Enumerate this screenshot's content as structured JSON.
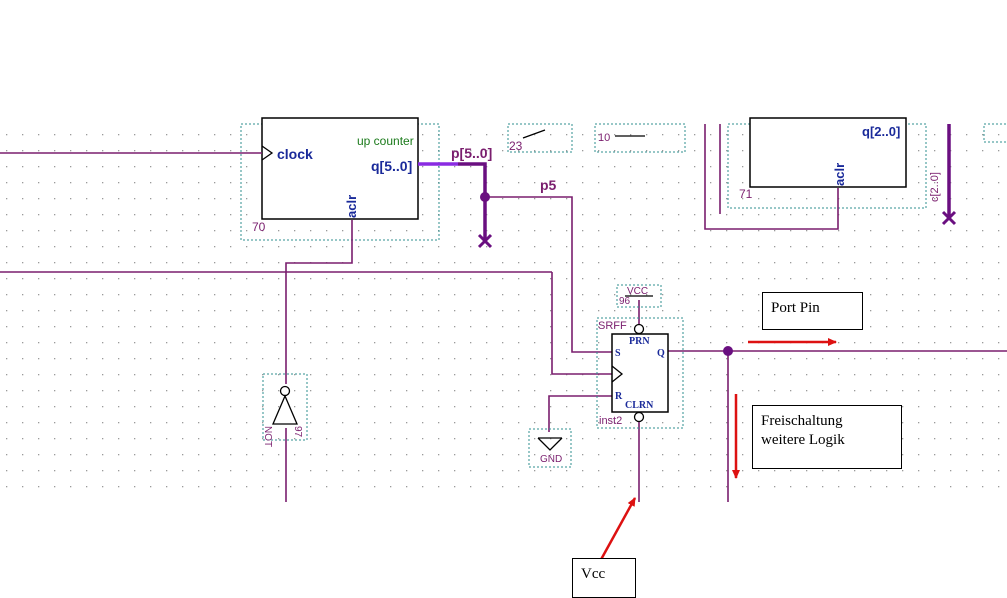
{
  "colors": {
    "wire": "#7a1e6e",
    "bus": "#6a0f80",
    "bus_highlight": "#8a2be2",
    "block_outline": "#000000",
    "block_dotted": "#2f8f8f",
    "pin_text": "#1a2a9a",
    "signal_text": "#7a1e6e",
    "annotation_arrow": "#dd1111",
    "grid_dot": "#9a9a9a"
  },
  "counter": {
    "title": "up counter",
    "clock_label": "clock",
    "output_label": "q[5..0]",
    "aclr_label": "aclr",
    "instance_number": "70"
  },
  "bus_label": "p[5..0]",
  "tap_label": "p5",
  "top_fragments": {
    "left_number": "23",
    "mid_number": "10",
    "right_bus_label": "q[2..0]"
  },
  "counter_right": {
    "aclr_label": "aclr",
    "instance_number": "71",
    "vertical_bus_label": "c[2..0]"
  },
  "vcc_symbol": {
    "label": "VCC",
    "instance_number": "96"
  },
  "gnd_symbol": {
    "label": "GND"
  },
  "srff": {
    "title": "SRFF",
    "s_label": "S",
    "r_label": "R",
    "q_label": "Q",
    "prn_label": "PRN",
    "clrn_label": "CLRN",
    "instance_name": "inst2"
  },
  "inverter": {
    "type_label": "NOT",
    "instance_number": "97"
  },
  "annotations": {
    "port_pin": "Port Pin",
    "freischaltung_line1": "Freischaltung",
    "freischaltung_line2": "weitere Logik",
    "vcc_note": "Vcc"
  }
}
